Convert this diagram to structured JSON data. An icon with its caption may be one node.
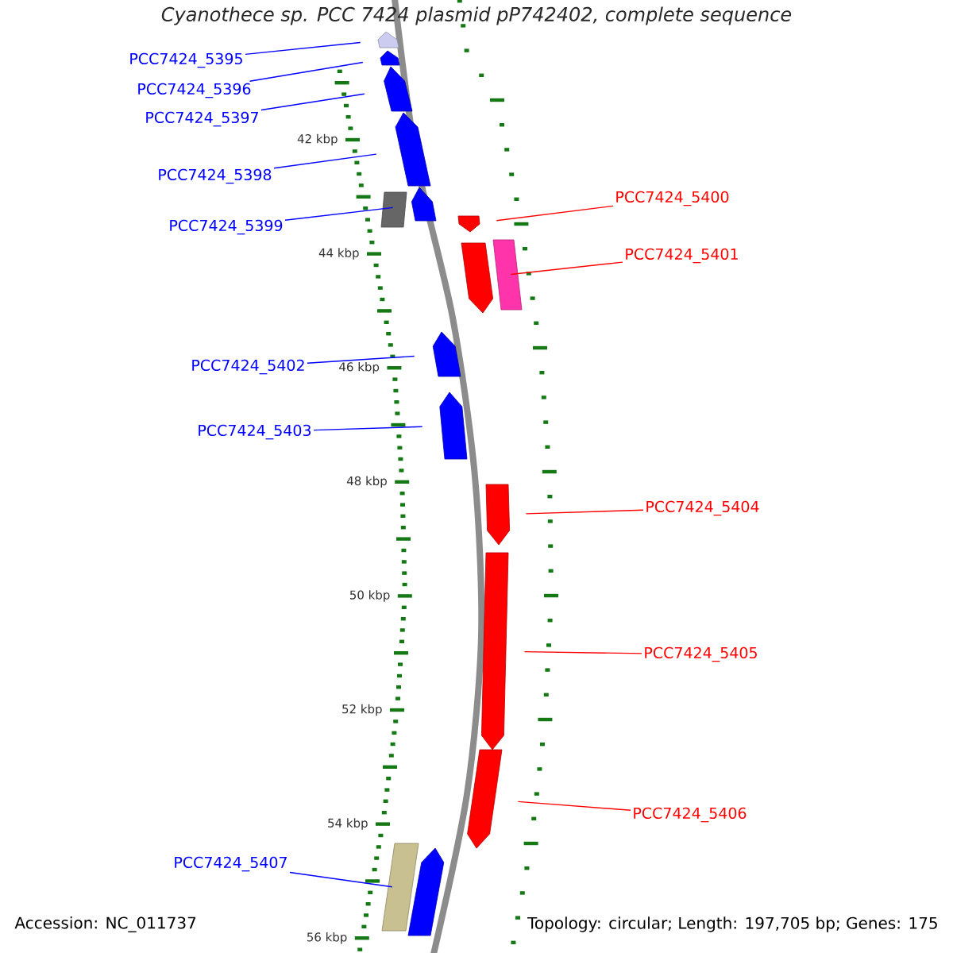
{
  "diagram": {
    "title": "Cyanothece sp. PCC 7424 plasmid pP742402, complete sequence",
    "nodes": [
      {
        "text": [
          "PCC7424_5395"
        ]
      },
      {
        "text": [
          "PCC7424_5396"
        ]
      },
      {
        "text": [
          "PCC7424_5397"
        ]
      },
      {
        "text": [
          "PCC7424_5398"
        ]
      },
      {
        "text": [
          "PCC7424_5399"
        ]
      },
      {
        "text": [
          "PCC7424_5400"
        ]
      },
      {
        "text": [
          "PCC7424_5401"
        ]
      },
      {
        "text": [
          "PCC7424_5402"
        ]
      },
      {
        "text": [
          "PCC7424_5403"
        ]
      },
      {
        "text": [
          "PCC7424_5404"
        ]
      },
      {
        "text": [
          "PCC7424_5405"
        ]
      },
      {
        "text": [
          "PCC7424_5406"
        ]
      },
      {
        "text": [
          "PCC7424_5407"
        ]
      },
      {
        "text": [],
        "shape": "arrow"
      },
      {
        "text": [],
        "shape": "arrow"
      },
      {
        "text": [],
        "shape": "arrow"
      },
      {
        "text": [],
        "shape": "arrow"
      },
      {
        "text": [],
        "shape": "arrow"
      },
      {
        "text": [],
        "shape": "arrow"
      },
      {
        "text": [],
        "shape": "arrow"
      },
      {
        "text": [],
        "shape": "arrow"
      },
      {
        "text": [],
        "shape": "arrow"
      },
      {
        "text": [],
        "shape": "arrow"
      },
      {
        "text": [],
        "shape": "arrow"
      },
      {
        "text": [],
        "shape": "arrow"
      },
      {
        "text": [],
        "shape": "arrow"
      }
    ],
    "edges": [
      {
        "from": 0,
        "to": 13,
        "arrow": "none"
      },
      {
        "from": 1,
        "to": 14,
        "arrow": "none"
      },
      {
        "from": 2,
        "to": 15,
        "arrow": "none"
      },
      {
        "from": 3,
        "to": 16,
        "arrow": "none"
      },
      {
        "from": 4,
        "to": 17,
        "arrow": "none"
      },
      {
        "from": 5,
        "to": 18,
        "arrow": "none",
        "color": "#ff0000"
      },
      {
        "from": 6,
        "to": 19,
        "arrow": "none",
        "color": "#ff0000"
      },
      {
        "from": 7,
        "to": 20,
        "arrow": "none"
      },
      {
        "from": 8,
        "to": 21,
        "arrow": "none"
      },
      {
        "from": 9,
        "to": 22,
        "arrow": "none",
        "color": "#ff0000"
      },
      {
        "from": 10,
        "to": 23,
        "arrow": "none",
        "color": "#ff0000"
      },
      {
        "from": 11,
        "to": 24,
        "arrow": "none",
        "color": "#ff0000"
      },
      {
        "from": 12,
        "to": 25,
        "arrow": "none"
      }
    ],
    "labels": [
      "42 kbp",
      "44 kbp",
      "46 kbp",
      "48 kbp",
      "50 kbp",
      "52 kbp",
      "54 kbp",
      "56 kbp",
      "Accession: NC_011737",
      "Topology: circular; Length: 197,705 bp; Genes: 175"
    ]
  }
}
